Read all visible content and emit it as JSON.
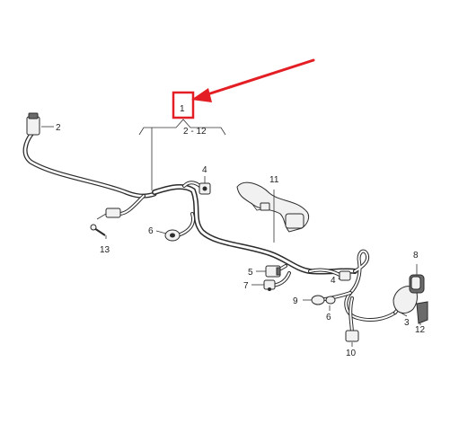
{
  "colors": {
    "highlight": "#e31e24",
    "line": "#2b2b2b",
    "part_fill": "#f1f1f1",
    "background": "#ffffff"
  },
  "callouts": {
    "main": "1",
    "main_range": "2 - 12",
    "sensor": "2",
    "connector_housing": "3",
    "bracket_top": "4",
    "bracket_mid": "4",
    "plug_5": "5",
    "grommet_left": "6",
    "grommet_right": "6",
    "plug_7": "7",
    "cap_8": "8",
    "clip_9": "9",
    "plug_10": "10",
    "duct_11": "11",
    "clip_12": "12",
    "screw_13": "13"
  }
}
